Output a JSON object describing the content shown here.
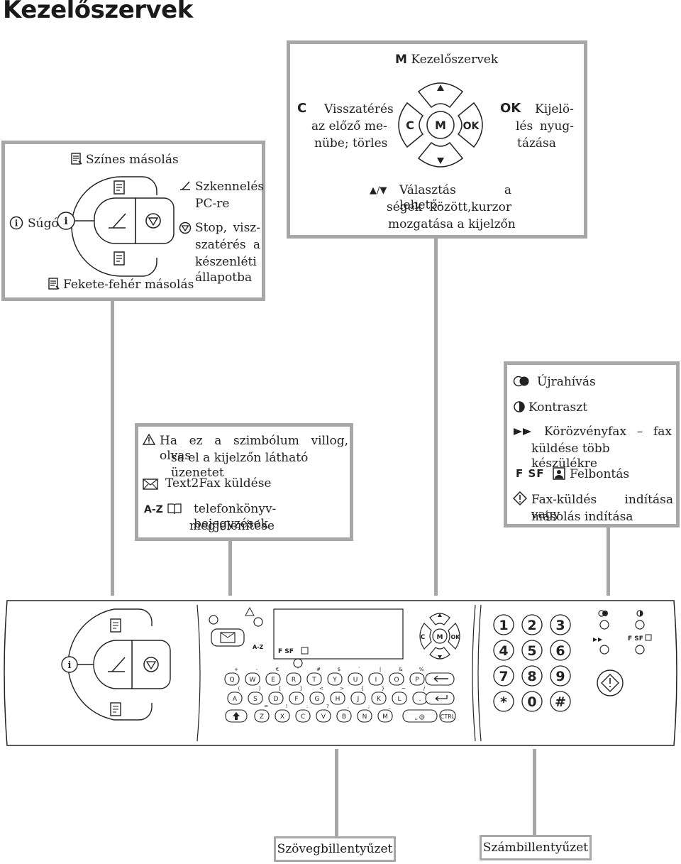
{
  "page_title": "Kezelőszervek",
  "left_box": {
    "color_copy": "Színes másolás",
    "help": "Súgó",
    "scan_line1": "Szkennelés",
    "scan_line2": "PC-re",
    "stop_line1": "Stop, visz-",
    "stop_line2": "szatérés a",
    "stop_line3": "készenléti",
    "stop_line4": "állapotba",
    "bw_copy": "Fekete-fehér másolás"
  },
  "top_box": {
    "menu_symbol": "M",
    "menu_label": "Kezelőszervek",
    "c_symbol": "C",
    "back_line1": "Visszatérés",
    "back_line2": "az előző me-",
    "back_line3": "nübe; törles",
    "ok_symbol": "OK",
    "ok_line1": "Kijelö-",
    "ok_line2": "lés nyug-",
    "ok_line3": "tázása",
    "pad_c": "C",
    "pad_m": "M",
    "pad_ok": "OK",
    "arrow_symbol": "▲/▼",
    "nav_line1": "Választás a lehető-",
    "nav_line2": "ségek között,kurzor",
    "nav_line3": "mozgatása a kijelzőn"
  },
  "mid_box": {
    "warn_line1": "Ha ez a szimbólum villog, olvas",
    "warn_line2": "sa el a kijelzőn látható üzenetet",
    "fax_text": "Text2Fax küldése",
    "az_symbol": "A-Z",
    "book_line1": "telefonkönyv-bejegyzések",
    "book_line2": "megjelenítése"
  },
  "right_box": {
    "redial": "Újrahívás",
    "contrast": "Kontraszt",
    "broadcast_line1": "Körözvényfax – fax",
    "broadcast_line2": "küldése több készülékre",
    "resolution_symbol": "F SF",
    "resolution": "Felbontás",
    "start_line1": "Fax-küldés indítása vagy",
    "start_line2": "másolás indítása"
  },
  "keyboard": {
    "az_label": "A-Z",
    "res_label": "F SF",
    "row1": [
      "Q",
      "W",
      "E",
      "R",
      "T",
      "Y",
      "U",
      "I",
      "O",
      "P"
    ],
    "row1_symbols": [
      "+",
      "-",
      "€",
      "'",
      "#",
      "$",
      "`",
      "|",
      "&",
      "%"
    ],
    "row2": [
      "A",
      "S",
      "D",
      "F",
      "G",
      "H",
      "J",
      "K",
      "L",
      "."
    ],
    "row2_symbols": [
      "(",
      ")",
      "[",
      "]",
      "<",
      ">",
      "{",
      "}",
      "~",
      "/"
    ],
    "row3": [
      "Z",
      "X",
      "C",
      "V",
      "B",
      "N",
      "M"
    ],
    "row3_symbols": [
      "=",
      "!",
      ":",
      "?",
      ",",
      ";",
      "_"
    ],
    "space_label": "⎵ @",
    "ctrl_label": "CTRL",
    "pad_c": "C",
    "pad_m": "M",
    "pad_ok": "OK"
  },
  "numpad": {
    "keys": [
      "1",
      "2",
      "3",
      "4",
      "5",
      "6",
      "7",
      "8",
      "9",
      "*",
      "0",
      "#"
    ]
  },
  "bottom_labels": {
    "text_keyboard": "Szövegbillentyűzet",
    "number_keyboard": "Számbillentyűzet"
  }
}
